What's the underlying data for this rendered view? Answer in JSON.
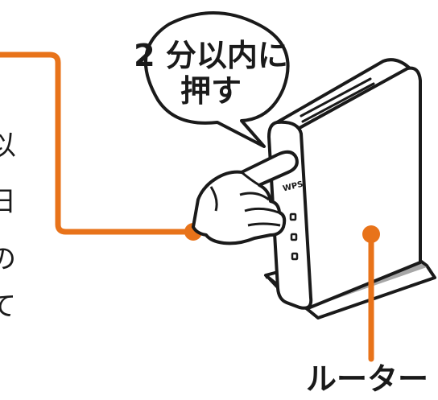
{
  "callout": {
    "line1": "2 分以内に",
    "line2": "押す"
  },
  "device": {
    "wps_label": "WPS",
    "name_label": "ルーター"
  },
  "clipped_text": [
    "以",
    "日",
    "の",
    "て"
  ],
  "colors": {
    "accent": "#e8731a",
    "ink": "#1a1a1a",
    "shadow": "#a0a0a0"
  },
  "icons": [
    "finger-press-icon",
    "router-device-icon",
    "speech-bubble-icon"
  ]
}
